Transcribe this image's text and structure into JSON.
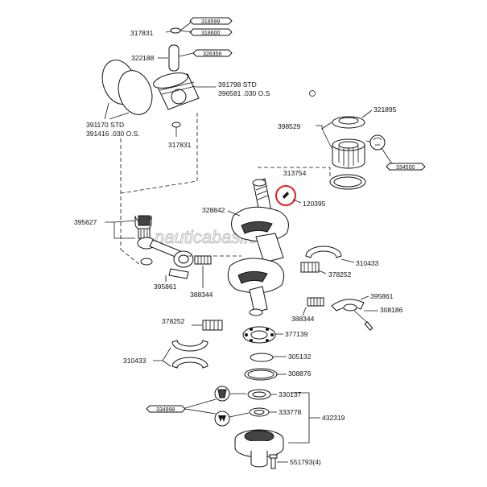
{
  "watermark": "nauticabasile.it",
  "parts": {
    "p317831_top": "317831",
    "p318599": "318599",
    "p318600": "318600",
    "p322188": "322188",
    "p326356": "326356",
    "p391798": "391798 STD",
    "p396581": "396581 .030 O.S",
    "p391170": "391170 STD",
    "p391416": "391416 .030 O.S.",
    "p317831_bot": "317831",
    "p321895": "321895",
    "p398529": "398529",
    "p334500": "334500",
    "p313754": "313754",
    "p120395": "120395",
    "p328842": "328842",
    "p395627": "395627",
    "p310433_r": "310433",
    "p378252_r": "378252",
    "p395861_l": "395861",
    "p388344_l": "388344",
    "p395861_r": "395861",
    "p308186": "308186",
    "p388344_r": "388344",
    "p378252_l": "378252",
    "p377139": "377139",
    "p310433_l": "310433",
    "p305132": "305132",
    "p308876": "308876",
    "p330137": "330137",
    "p334998": "334998",
    "p333778": "333778",
    "p432319": "432319",
    "p551793": "551793(4)"
  },
  "highlight_color": "#e0201e"
}
